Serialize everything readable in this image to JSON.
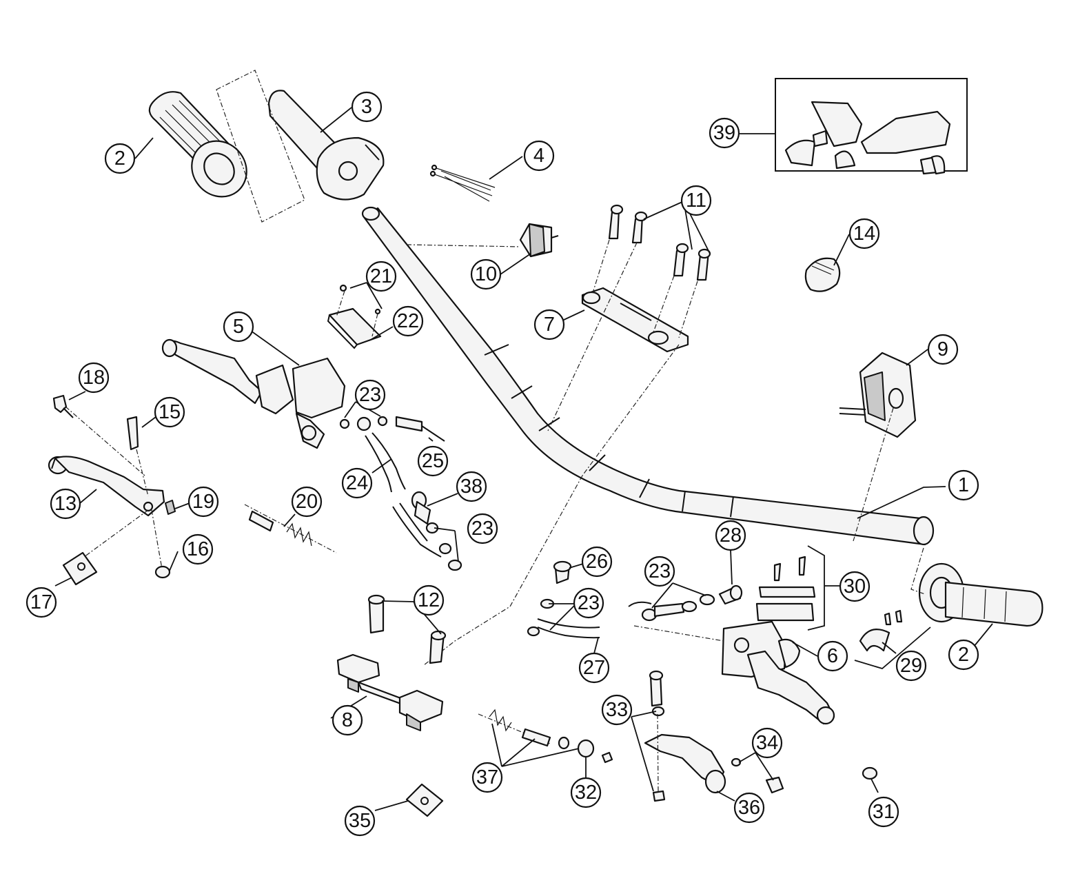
{
  "diagram": {
    "callouts": [
      {
        "id": "c1",
        "label": "1"
      },
      {
        "id": "c2a",
        "label": "2"
      },
      {
        "id": "c2b",
        "label": "2"
      },
      {
        "id": "c3",
        "label": "3"
      },
      {
        "id": "c4",
        "label": "4"
      },
      {
        "id": "c5",
        "label": "5"
      },
      {
        "id": "c6",
        "label": "6"
      },
      {
        "id": "c7",
        "label": "7"
      },
      {
        "id": "c8",
        "label": "8"
      },
      {
        "id": "c9",
        "label": "9"
      },
      {
        "id": "c10",
        "label": "10"
      },
      {
        "id": "c11",
        "label": "11"
      },
      {
        "id": "c12",
        "label": "12"
      },
      {
        "id": "c13",
        "label": "13"
      },
      {
        "id": "c14",
        "label": "14"
      },
      {
        "id": "c15",
        "label": "15"
      },
      {
        "id": "c16",
        "label": "16"
      },
      {
        "id": "c17",
        "label": "17"
      },
      {
        "id": "c18",
        "label": "18"
      },
      {
        "id": "c19",
        "label": "19"
      },
      {
        "id": "c20",
        "label": "20"
      },
      {
        "id": "c21",
        "label": "21"
      },
      {
        "id": "c22",
        "label": "22"
      },
      {
        "id": "c23a",
        "label": "23"
      },
      {
        "id": "c23b",
        "label": "23"
      },
      {
        "id": "c23c",
        "label": "23"
      },
      {
        "id": "c23d",
        "label": "23"
      },
      {
        "id": "c24",
        "label": "24"
      },
      {
        "id": "c25",
        "label": "25"
      },
      {
        "id": "c26",
        "label": "26"
      },
      {
        "id": "c27",
        "label": "27"
      },
      {
        "id": "c28",
        "label": "28"
      },
      {
        "id": "c29",
        "label": "29"
      },
      {
        "id": "c30",
        "label": "30"
      },
      {
        "id": "c31",
        "label": "31"
      },
      {
        "id": "c32",
        "label": "32"
      },
      {
        "id": "c33",
        "label": "33"
      },
      {
        "id": "c34",
        "label": "34"
      },
      {
        "id": "c35",
        "label": "35"
      },
      {
        "id": "c36",
        "label": "36"
      },
      {
        "id": "c37",
        "label": "37"
      },
      {
        "id": "c38",
        "label": "38"
      },
      {
        "id": "c39",
        "label": "39"
      }
    ]
  }
}
